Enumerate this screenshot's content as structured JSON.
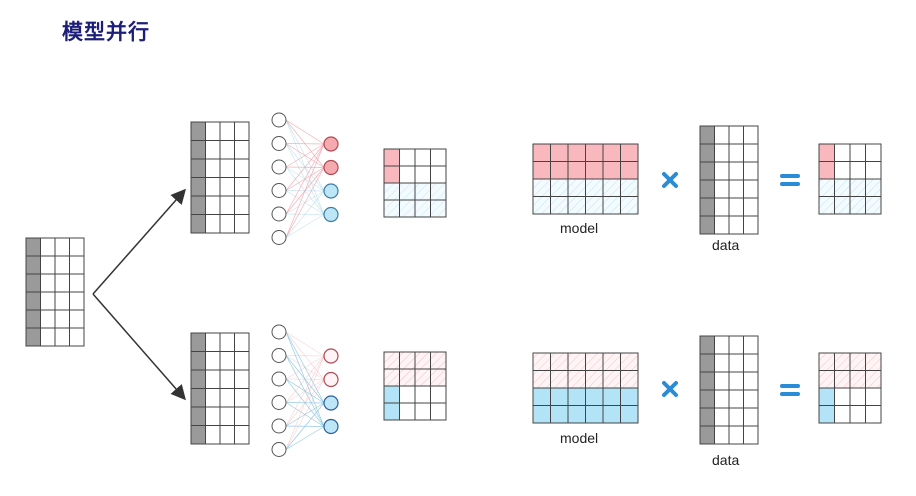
{
  "page": {
    "title": "模型并行"
  },
  "labels": {
    "top_model": "model",
    "top_data": "data",
    "bottom_model": "model",
    "bottom_data": "data"
  },
  "colors": {
    "title": "#1c1e7a",
    "pink_fill": "#f9b8bd",
    "blue_fill": "#b3e3f7",
    "gray_column": "#9a9a9a",
    "grid_line": "#444444",
    "neuron_pink": "#f5aab0",
    "neuron_blue": "#bde6f7",
    "operator_blue": "#2a8bd6",
    "arrow": "#333333"
  },
  "diagram": {
    "description_free": true,
    "operators": {
      "times": "×",
      "equals": "="
    },
    "branches": [
      "top",
      "bottom"
    ]
  }
}
